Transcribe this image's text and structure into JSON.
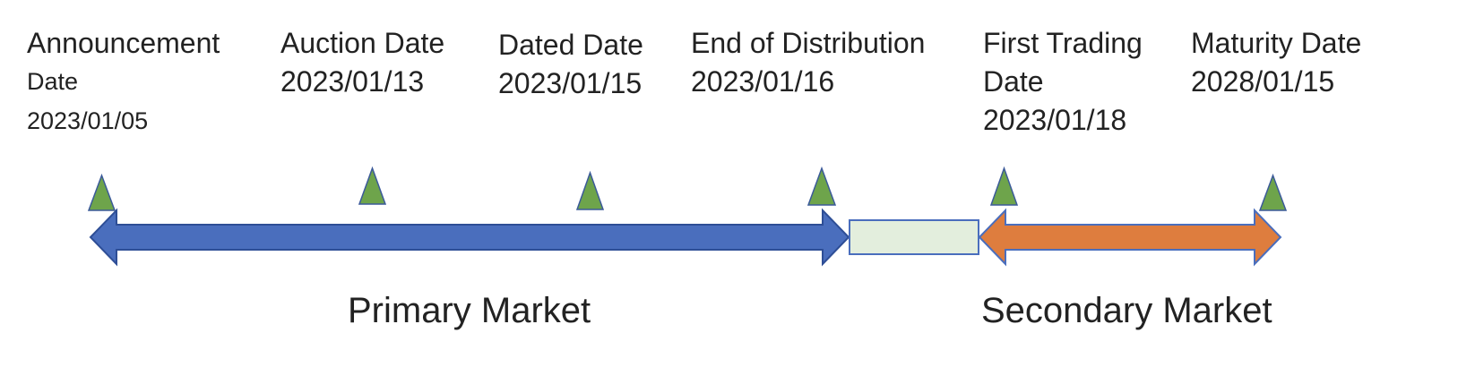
{
  "colors": {
    "primary_arrow": "#4A6EBD",
    "primary_arrow_stroke": "#2E4E96",
    "secondary_arrow": "#DE7D3E",
    "secondary_arrow_stroke": "#4A6EBD",
    "gap_box": "#E3EEDD",
    "gap_box_stroke": "#4A6EBD",
    "marker": "#6EA44B",
    "marker_stroke": "#3B5A99"
  },
  "milestones": [
    {
      "key": "announcement",
      "lines": [
        "Announcement",
        "Date",
        "2023/01/05"
      ]
    },
    {
      "key": "auction",
      "lines": [
        "Auction Date",
        "2023/01/13"
      ]
    },
    {
      "key": "dated",
      "lines": [
        "Dated Date",
        "2023/01/15"
      ]
    },
    {
      "key": "end-of-distribution",
      "lines": [
        "End of Distribution",
        "2023/01/16"
      ]
    },
    {
      "key": "first-trading",
      "lines": [
        "First Trading",
        "Date",
        "2023/01/18"
      ]
    },
    {
      "key": "maturity",
      "lines": [
        "Maturity Date",
        "2028/01/15"
      ]
    }
  ],
  "regions": {
    "primary": "Primary Market",
    "secondary": "Secondary Market"
  }
}
